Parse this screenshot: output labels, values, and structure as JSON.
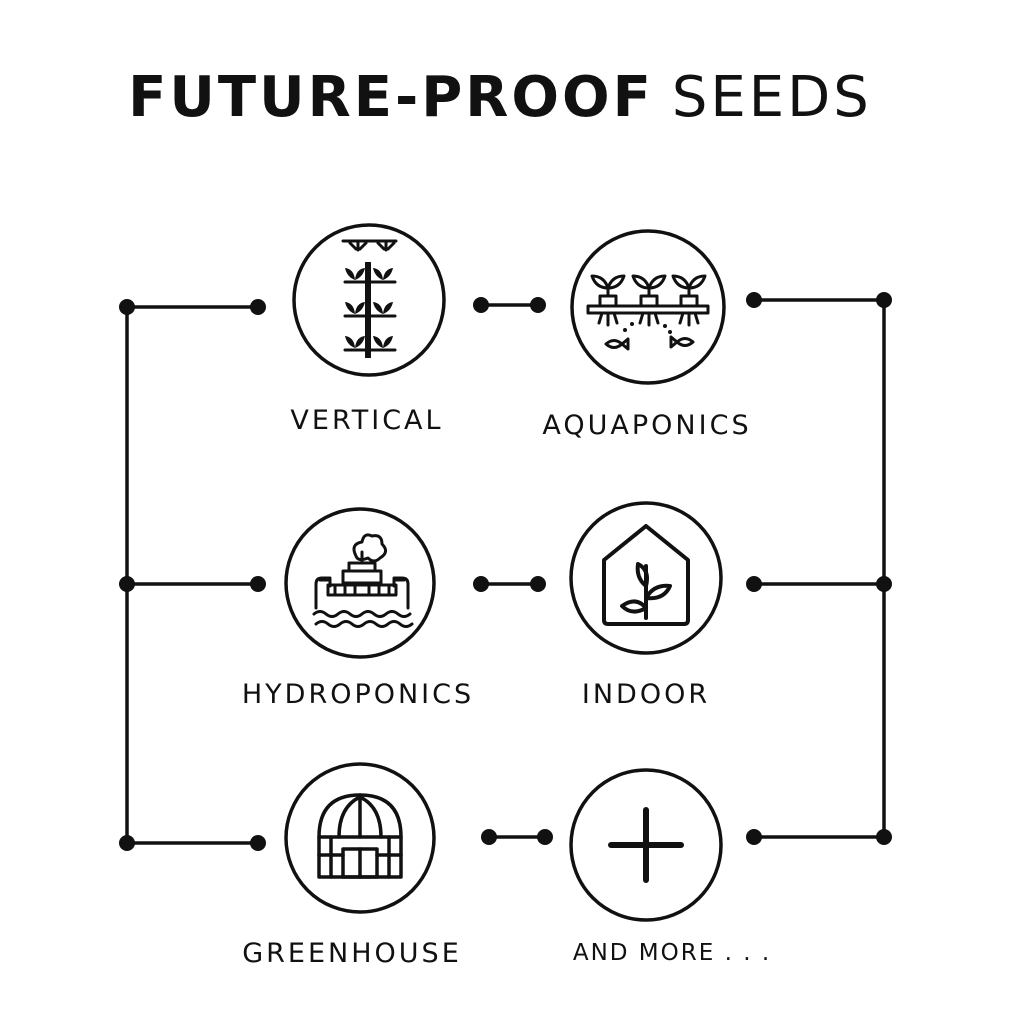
{
  "title": {
    "part1": "FUTURE-PROOF",
    "part2": "SEEDS"
  },
  "nodes": [
    {
      "label": "VERTICAL",
      "icon": "vertical-farm-icon"
    },
    {
      "label": "AQUAPONICS",
      "icon": "aquaponics-icon"
    },
    {
      "label": "HYDROPONICS",
      "icon": "hydroponics-icon"
    },
    {
      "label": "INDOOR",
      "icon": "indoor-plant-icon"
    },
    {
      "label": "GREENHOUSE",
      "icon": "greenhouse-icon"
    },
    {
      "label": "AND MORE . . .",
      "icon": "plus-icon"
    }
  ],
  "colors": {
    "stroke": "#111111",
    "background": "#ffffff"
  }
}
